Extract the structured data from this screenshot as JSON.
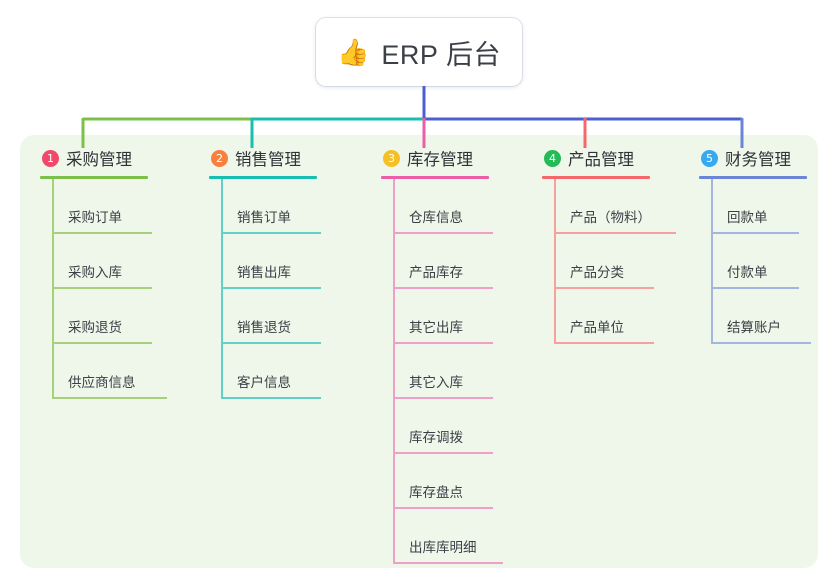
{
  "root": {
    "icon": "thumbs-up-icon",
    "icon_glyph": "👍",
    "title": "ERP 后台"
  },
  "panel": {
    "background_color": "#eff7ea"
  },
  "colors": {
    "root_stem": "#4c5fd0",
    "bus_left_green": "#7cc04a",
    "bus_mid_teal": "#18bfb0",
    "bus_right_blue": "#4c5fd0",
    "col1": "#7cc04a",
    "col2": "#18bfb0",
    "col3": "#ec5fa8",
    "col4": "#f4686b",
    "col5": "#6b86d6",
    "badge1": "#f2496a",
    "badge2": "#f7803c",
    "badge3": "#f5c026",
    "badge4": "#22bb55",
    "badge5": "#36a9f0",
    "leaf_rule_col1": "#a8d07c",
    "leaf_rule_col2": "#63cfc6",
    "leaf_rule_col3": "#f0a0c8",
    "leaf_rule_col4": "#f6a09f",
    "leaf_rule_col5": "#a3b6e2"
  },
  "columns": [
    {
      "number": "1",
      "title": "采购管理",
      "items": [
        "采购订单",
        "采购入库",
        "采购退货",
        "供应商信息"
      ]
    },
    {
      "number": "2",
      "title": "销售管理",
      "items": [
        "销售订单",
        "销售出库",
        "销售退货",
        "客户信息"
      ]
    },
    {
      "number": "3",
      "title": "库存管理",
      "items": [
        "仓库信息",
        "产品库存",
        "其它出库",
        "其它入库",
        "库存调拨",
        "库存盘点",
        "出库库明细"
      ]
    },
    {
      "number": "4",
      "title": "产品管理",
      "items": [
        "产品（物料）",
        "产品分类",
        "产品单位"
      ]
    },
    {
      "number": "5",
      "title": "财务管理",
      "items": [
        "回款单",
        "付款单",
        "结算账户"
      ]
    }
  ]
}
